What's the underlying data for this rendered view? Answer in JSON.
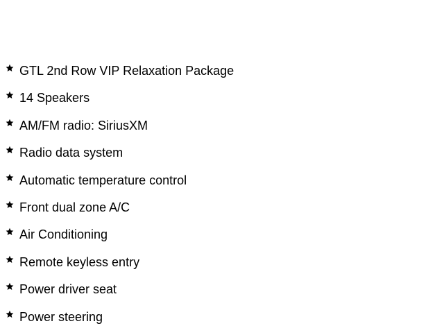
{
  "bullet_icon": "star-icon",
  "text_color": "#000000",
  "features": [
    {
      "label": "GTL 2nd Row VIP Relaxation Package"
    },
    {
      "label": "14 Speakers"
    },
    {
      "label": "AM/FM radio: SiriusXM"
    },
    {
      "label": "Radio data system"
    },
    {
      "label": "Automatic temperature control"
    },
    {
      "label": "Front dual zone A/C"
    },
    {
      "label": "Air Conditioning"
    },
    {
      "label": "Remote keyless entry"
    },
    {
      "label": "Power driver seat"
    },
    {
      "label": "Power steering"
    }
  ]
}
